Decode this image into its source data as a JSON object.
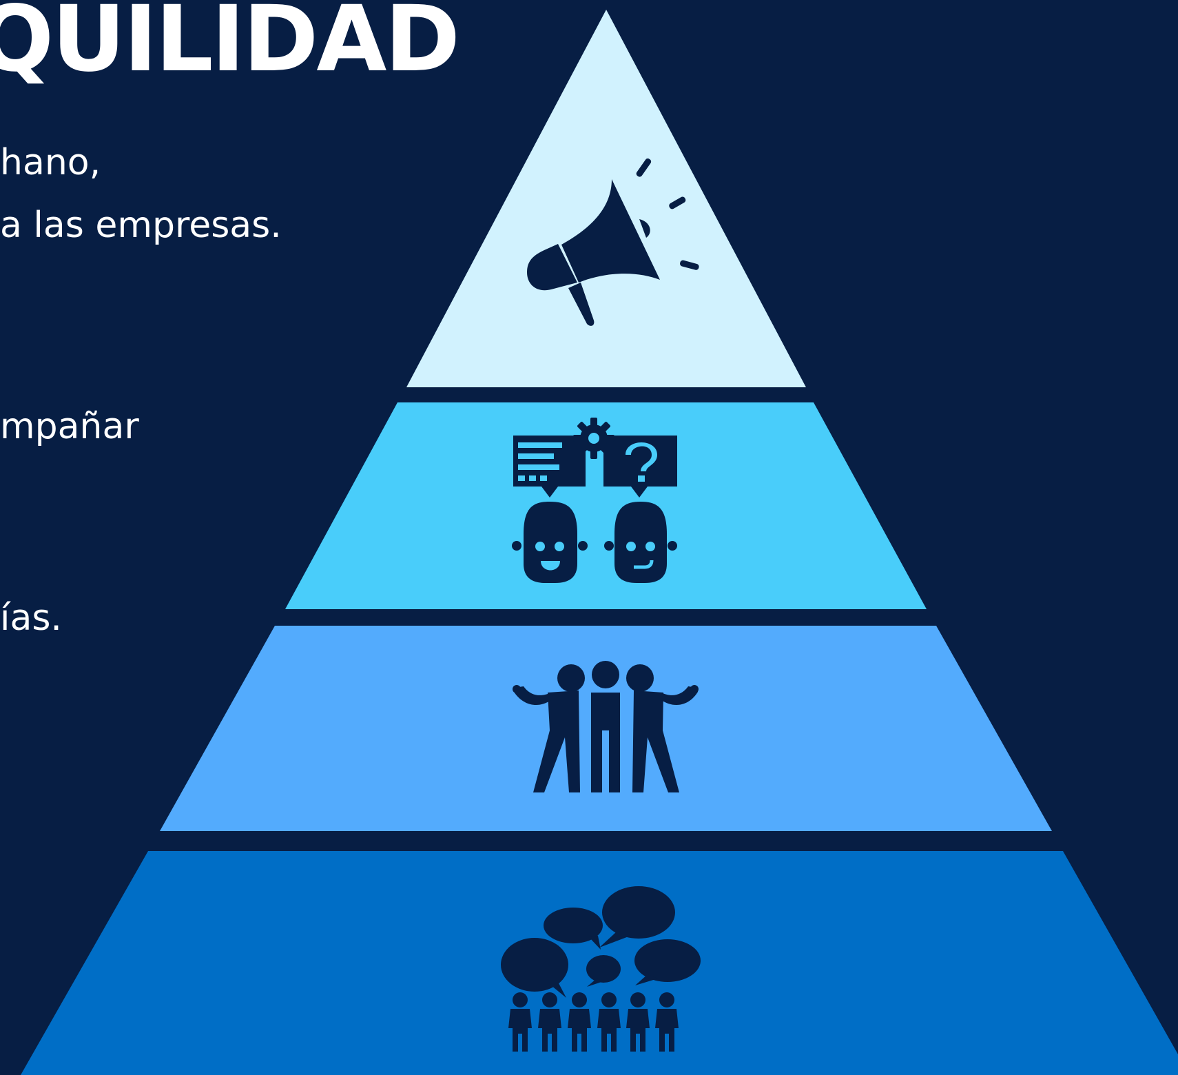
{
  "slide": {
    "title": "QUILIDAD",
    "text_lines": [
      "hano,",
      "a las empresas.",
      "mpañar",
      "ías."
    ]
  },
  "pyramid": {
    "levels": [
      {
        "icon": "megaphone-icon",
        "color": "#D1F2FE"
      },
      {
        "icon": "two-people-discussion-icon",
        "color": "#49CDFA"
      },
      {
        "icon": "group-hug-icon",
        "color": "#53ABFD"
      },
      {
        "icon": "crowd-talking-icon",
        "color": "#006EC6"
      }
    ],
    "icon_color": "#071E44"
  }
}
